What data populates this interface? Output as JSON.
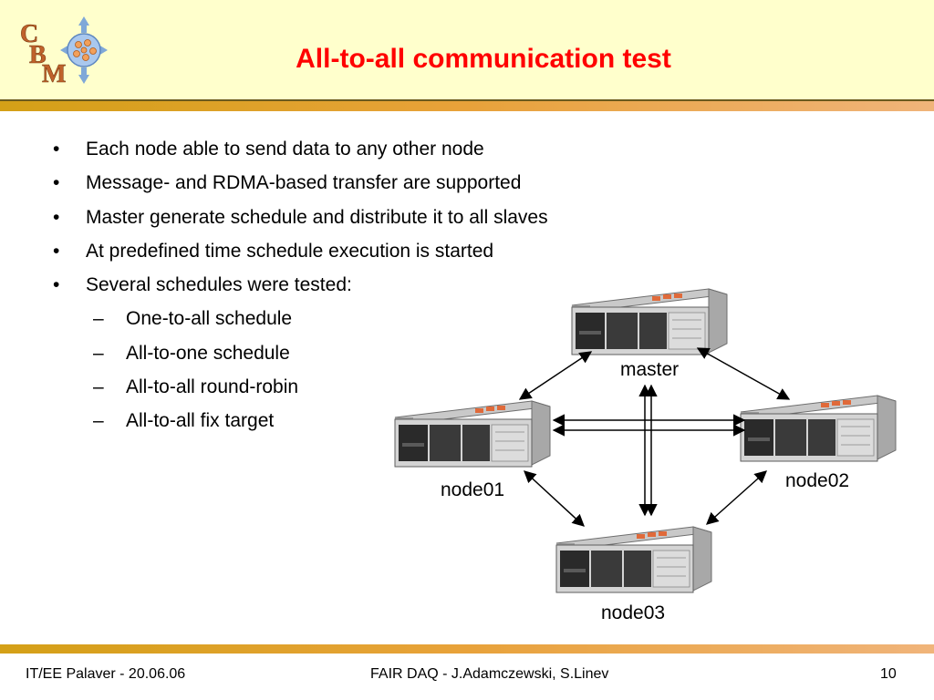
{
  "slide": {
    "title": "All-to-all communication test",
    "logo_letters": [
      "C",
      "B",
      "M"
    ],
    "bullets": [
      "Each node able to send data to any other node",
      "Message- and RDMA-based transfer are supported",
      "Master generate schedule and distribute it to all slaves",
      "At predefined time schedule execution is started",
      "Several schedules were tested:"
    ],
    "sub_bullets": [
      "One-to-all schedule",
      "All-to-one schedule",
      "All-to-all round-robin",
      "All-to-all fix target"
    ],
    "nodes": {
      "master": "master",
      "node01": "node01",
      "node02": "node02",
      "node03": "node03"
    }
  },
  "footer": {
    "left": "IT/EE Palaver - 20.06.06",
    "center": "FAIR DAQ - J.Adamczewski, S.Linev",
    "page_number": "10"
  },
  "colors": {
    "title": "#ff0000",
    "header_bg": "#ffffcc",
    "rule": "#e8a23a",
    "logo": "#c0622b"
  }
}
